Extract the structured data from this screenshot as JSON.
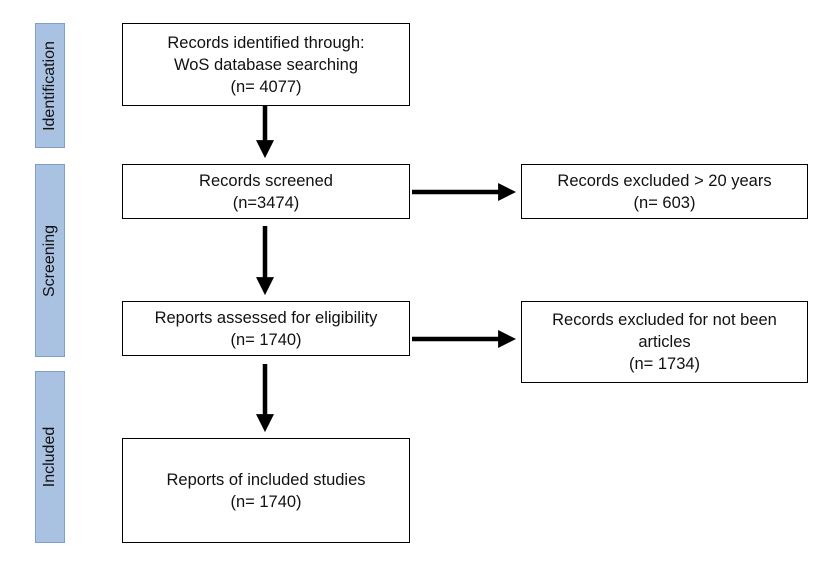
{
  "phases": {
    "identification": "Identification",
    "screening": "Screening",
    "included": "Included"
  },
  "boxes": {
    "identified": {
      "line1": "Records identified through:",
      "line2": "WoS database searching",
      "line3": "(n= 4077)"
    },
    "screened": {
      "line1": "Records screened",
      "line2": "(n=3474)"
    },
    "excluded_years": {
      "line1": "Records excluded > 20 years",
      "line2": "(n= 603)"
    },
    "eligibility": {
      "line1": "Reports assessed for eligibility",
      "line2": "(n= 1740)"
    },
    "excluded_articles": {
      "line1": "Records excluded for not been",
      "line2": "articles",
      "line3": "(n= 1734)"
    },
    "included": {
      "line1": "Reports of included studies",
      "line2": "(n= 1740)"
    }
  },
  "colors": {
    "phase_fill": "#a9c2e2",
    "phase_border": "#7f9fc8",
    "box_border": "#000000",
    "arrow": "#000000"
  }
}
